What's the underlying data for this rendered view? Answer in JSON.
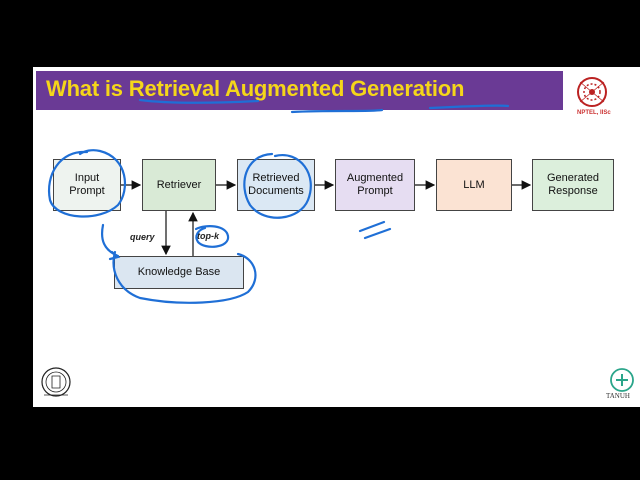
{
  "slide": {
    "title_prefix": "What is ",
    "title_highlight": "Retrieval",
    "title_suffix": " Augmented Generation",
    "logo_caption": "NPTEL, IISc",
    "footer_logo_caption": "TANUH"
  },
  "diagram": {
    "nodes": {
      "input": "Input\nPrompt",
      "retriever": "Retriever",
      "retrieved": "Retrieved\nDocuments",
      "augmented": "Augmented\nPrompt",
      "llm": "LLM",
      "generated": "Generated\nResponse",
      "kb": "Knowledge Base"
    },
    "edge_labels": {
      "query": "query",
      "topk": "top-k"
    }
  },
  "colors": {
    "title_bg": "#6a3a95",
    "title_text": "#f5d61a",
    "annotation_ink": "#1f6fd6"
  }
}
